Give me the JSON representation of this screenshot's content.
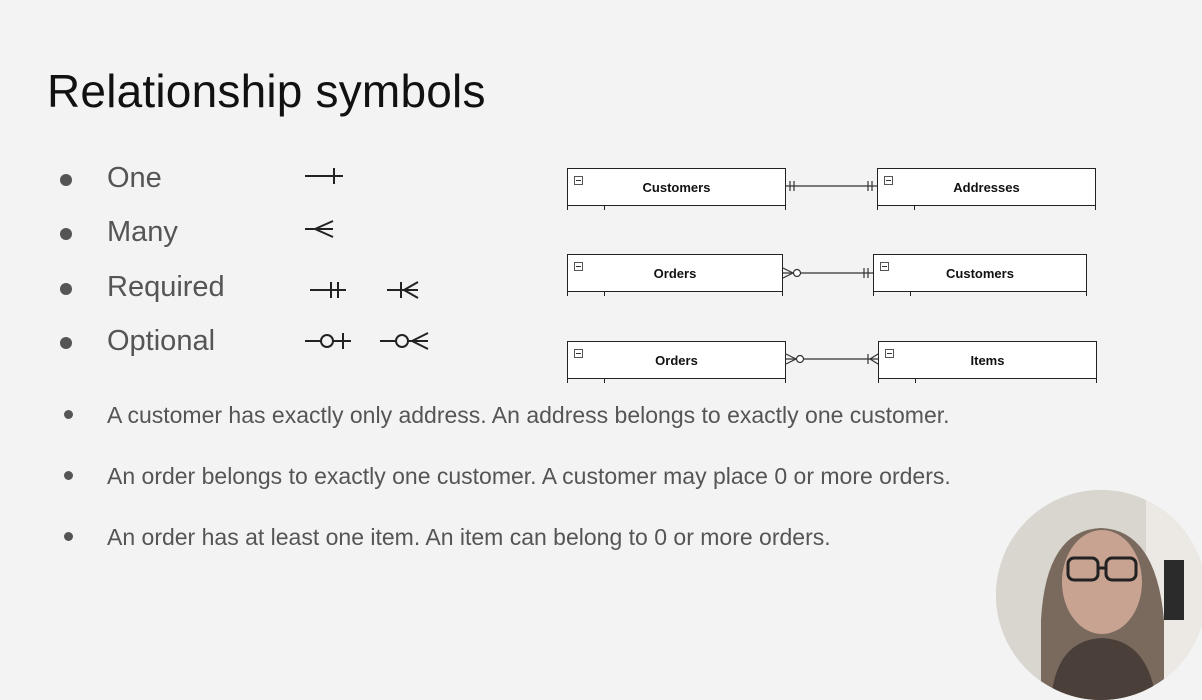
{
  "title": "Relationship symbols",
  "symbols": [
    {
      "label": "One"
    },
    {
      "label": "Many"
    },
    {
      "label": "Required"
    },
    {
      "label": "Optional"
    }
  ],
  "diagram": {
    "rows": [
      {
        "left": "Customers",
        "right": "Addresses",
        "left_end": "one-and-only-one",
        "right_end": "one-and-only-one"
      },
      {
        "left": "Orders",
        "right": "Customers",
        "left_end": "zero-or-many",
        "right_end": "one-and-only-one"
      },
      {
        "left": "Orders",
        "right": "Items",
        "left_end": "zero-or-many",
        "right_end": "one-or-many"
      }
    ]
  },
  "sentences": [
    "A customer has exactly only address. An address belongs to exactly one customer.",
    "An order belongs to exactly one customer. A customer may place 0 or more orders.",
    "An order has at least one item. An item can belong to 0 or more orders."
  ],
  "icons": [
    "collapse-icon",
    "one-symbol-icon",
    "many-symbol-icon",
    "required-one-icon",
    "required-many-icon",
    "optional-one-icon",
    "optional-many-icon"
  ]
}
